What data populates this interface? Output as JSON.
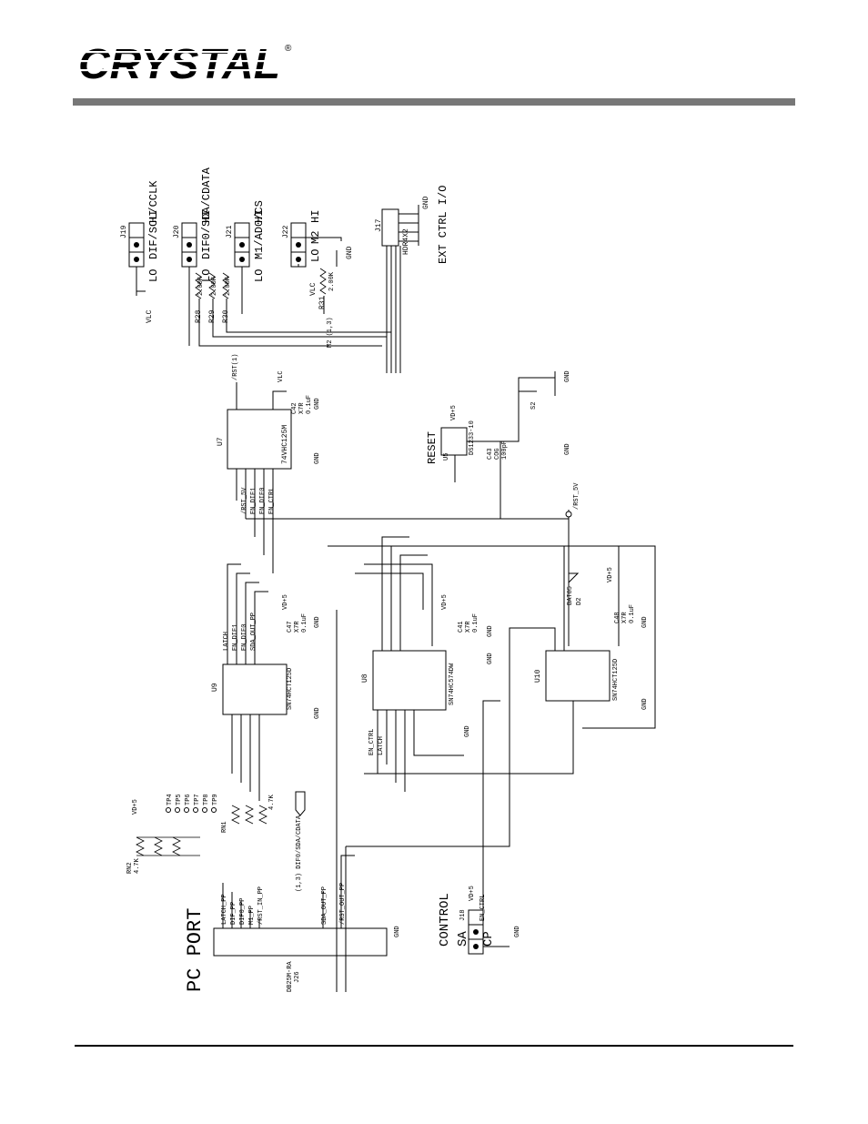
{
  "header": {
    "logo_text": "CRYSTAL",
    "registered_mark": "®"
  },
  "schematic": {
    "big_labels": {
      "pc_port": "PC PORT",
      "control": "CONTROL",
      "sa": "SA",
      "cp": "CP",
      "reset": "RESET",
      "ext_ctrl_io": "EXT CTRL I/O"
    },
    "jumpers": [
      {
        "ref": "J19",
        "hi": "HI",
        "signal": "DIF/SCL/CCLK",
        "lo": "LO"
      },
      {
        "ref": "J20",
        "hi": "HI",
        "signal": "DIF0/SDA/CDATA",
        "lo": "LO"
      },
      {
        "ref": "J21",
        "hi": "HI",
        "signal": "M1/AD0/CS",
        "lo": "LO"
      },
      {
        "ref": "J22",
        "hi": "HI",
        "signal": "M2",
        "lo": "LO"
      }
    ],
    "parts": {
      "u7": {
        "ref": "U7",
        "name": "74VHC125M"
      },
      "u8": {
        "ref": "U8",
        "name": "SN74HC574DW"
      },
      "u9": {
        "ref": "U9",
        "name": "SN74HCT125D"
      },
      "u10": {
        "ref": "U10",
        "name": "SN74HCT125D"
      },
      "u5": {
        "ref": "U5",
        "name": "DS1233-10"
      },
      "d2": {
        "ref": "D2",
        "name": "BAT85"
      },
      "j26": {
        "ref": "J26",
        "name": "DB25M-RA"
      },
      "j17": {
        "ref": "J17",
        "name": "HDR4X2"
      },
      "j18": {
        "ref": "J18"
      },
      "rn1": {
        "ref": "RN1",
        "value": "4.7K"
      },
      "rn2": {
        "ref": "RN2",
        "value": "4.7K"
      },
      "s2": {
        "ref": "S2"
      }
    },
    "nets": {
      "vlc": "VLC",
      "vd5": "VD+5",
      "gnd": "GND",
      "rst_5v": "/RST_5V",
      "rst_1": "/RST(1)",
      "latch": "LATCH",
      "latch_pp": "LATCH_PP",
      "en_dif1": "EN_DIF1",
      "en_dif0": "EN_DIF0",
      "en_ctrl": "EN_CTRL",
      "sda_out_pp": "SDA_OUT_PP",
      "rst_out_pp": "/RST_OUT_PP",
      "dif_pp": "DIF_PP",
      "dif0_pp": "DIF0_PP",
      "m1_pp": "M1_PP",
      "rst_in_pp": "/RST_IN_PP",
      "dif0_sda_cdata": "(1,3) DIF0/SDA/CDATA",
      "m2_13": "M2 (1,3)"
    },
    "resistors": [
      {
        "ref": "R28",
        "value": "2.00K"
      },
      {
        "ref": "R29",
        "value": "2.00K"
      },
      {
        "ref": "R30",
        "value": "2.00K"
      },
      {
        "ref": "R31",
        "value": "2.00K"
      }
    ],
    "caps": [
      {
        "ref": "C42",
        "type": "X7R",
        "value": "0.1uF"
      },
      {
        "ref": "C47",
        "type": "X7R",
        "value": "0.1uF"
      },
      {
        "ref": "C41",
        "type": "X7R",
        "value": "0.1uF"
      },
      {
        "ref": "C48",
        "type": "X7R",
        "value": "0.1uF"
      },
      {
        "ref": "C43",
        "type": "COG",
        "value": "100pF"
      }
    ],
    "test_points": [
      "TP4",
      "TP5",
      "TP6",
      "TP7",
      "TP8",
      "TP9"
    ]
  }
}
